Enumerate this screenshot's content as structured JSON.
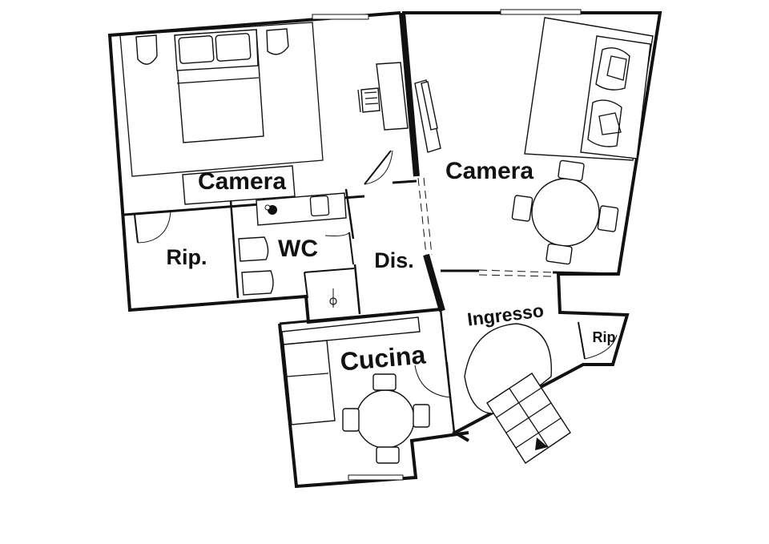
{
  "rooms": {
    "bedroom_1": "Camera",
    "bedroom_2": "Camera",
    "storage_1": "Rip.",
    "bathroom": "WC",
    "hallway": "Dis.",
    "entrance": "Ingresso",
    "storage_2": "Rip",
    "kitchen": "Cucina"
  },
  "colors": {
    "wall": "#111111",
    "background": "#ffffff"
  }
}
